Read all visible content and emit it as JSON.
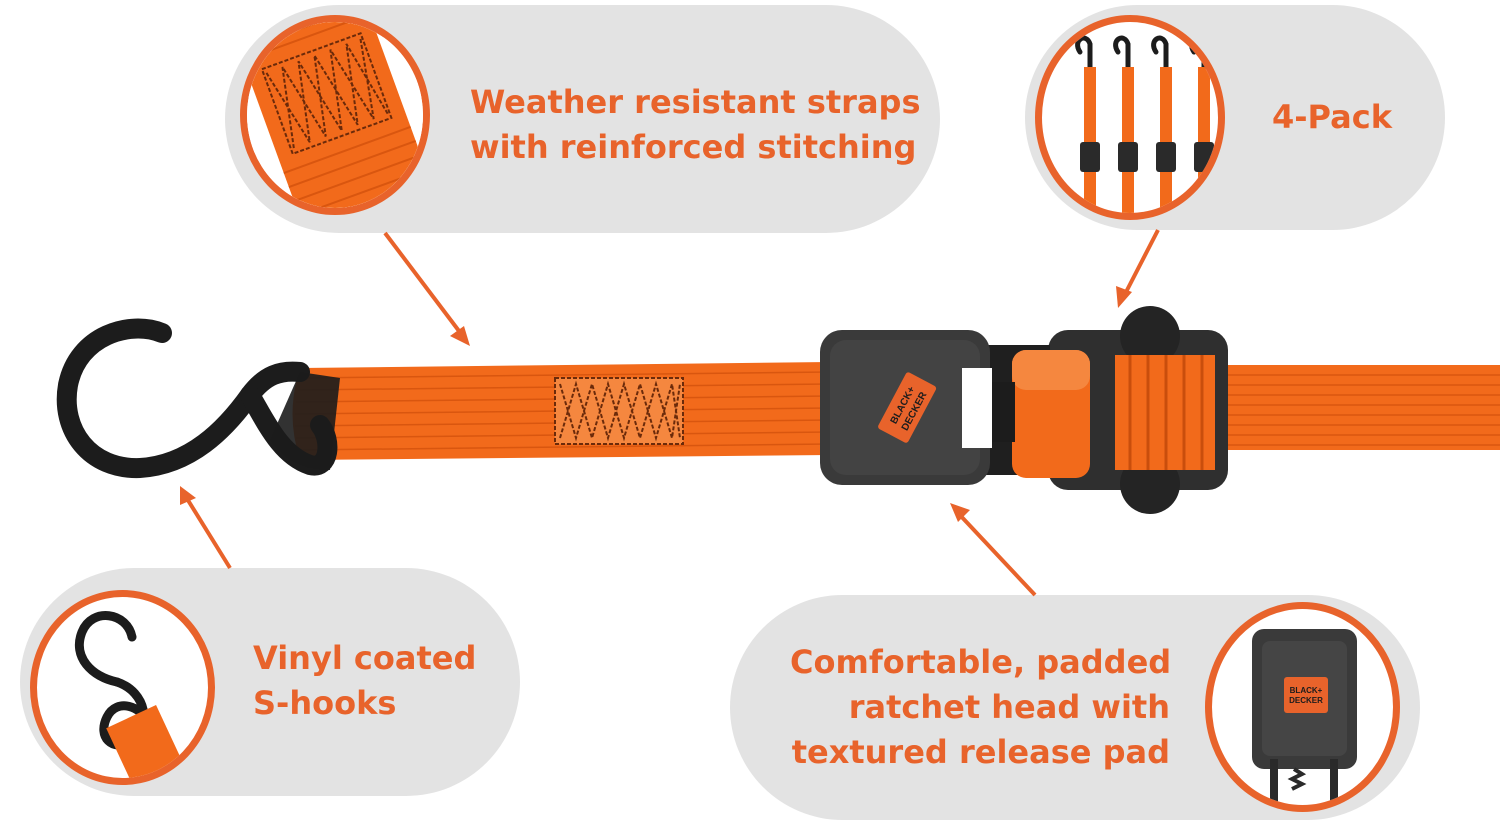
{
  "colors": {
    "accent": "#e8632b",
    "strap": "#f26a1b",
    "pill": "#e3e3e3",
    "hook": "#1c1c1c"
  },
  "callouts": {
    "straps": {
      "line1": "Weather resistant straps",
      "line2": "with reinforced stitching"
    },
    "pack": {
      "line1": "4-Pack"
    },
    "hooks": {
      "line1": "Vinyl coated",
      "line2": "S-hooks"
    },
    "ratchet": {
      "line1": "Comfortable, padded",
      "line2": "ratchet head with",
      "line3": "textured release pad"
    }
  },
  "brand": {
    "line1": "BLACK+",
    "line2": "DECKER"
  }
}
